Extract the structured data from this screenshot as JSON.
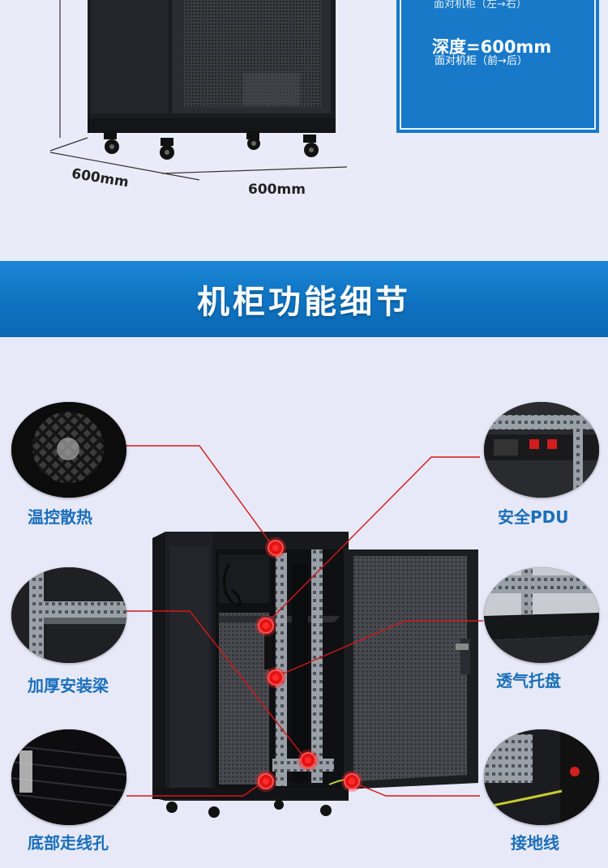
{
  "top": {
    "info_box_faded_text": "面对机柜（左→右）",
    "depth_label": "深度=600mm",
    "depth_sub": "面对机柜（前→后）",
    "dim_width": "600mm",
    "dim_depth": "600mm"
  },
  "banner": {
    "title": "机柜功能细节"
  },
  "details": {
    "left": [
      {
        "label": "温控散热",
        "icon": "fan-vent-icon"
      },
      {
        "label": "加厚安装梁",
        "icon": "mounting-rail-icon"
      },
      {
        "label": "底部走线孔",
        "icon": "cable-hole-icon"
      }
    ],
    "right": [
      {
        "label": "安全PDU",
        "icon": "pdu-icon"
      },
      {
        "label": "透气托盘",
        "icon": "shelf-tray-icon"
      },
      {
        "label": "接地线",
        "icon": "ground-wire-icon"
      }
    ]
  },
  "colors": {
    "background": "#e7e9f8",
    "banner": "#1779c8",
    "label": "#1a6fba",
    "callout": "#e01414"
  }
}
